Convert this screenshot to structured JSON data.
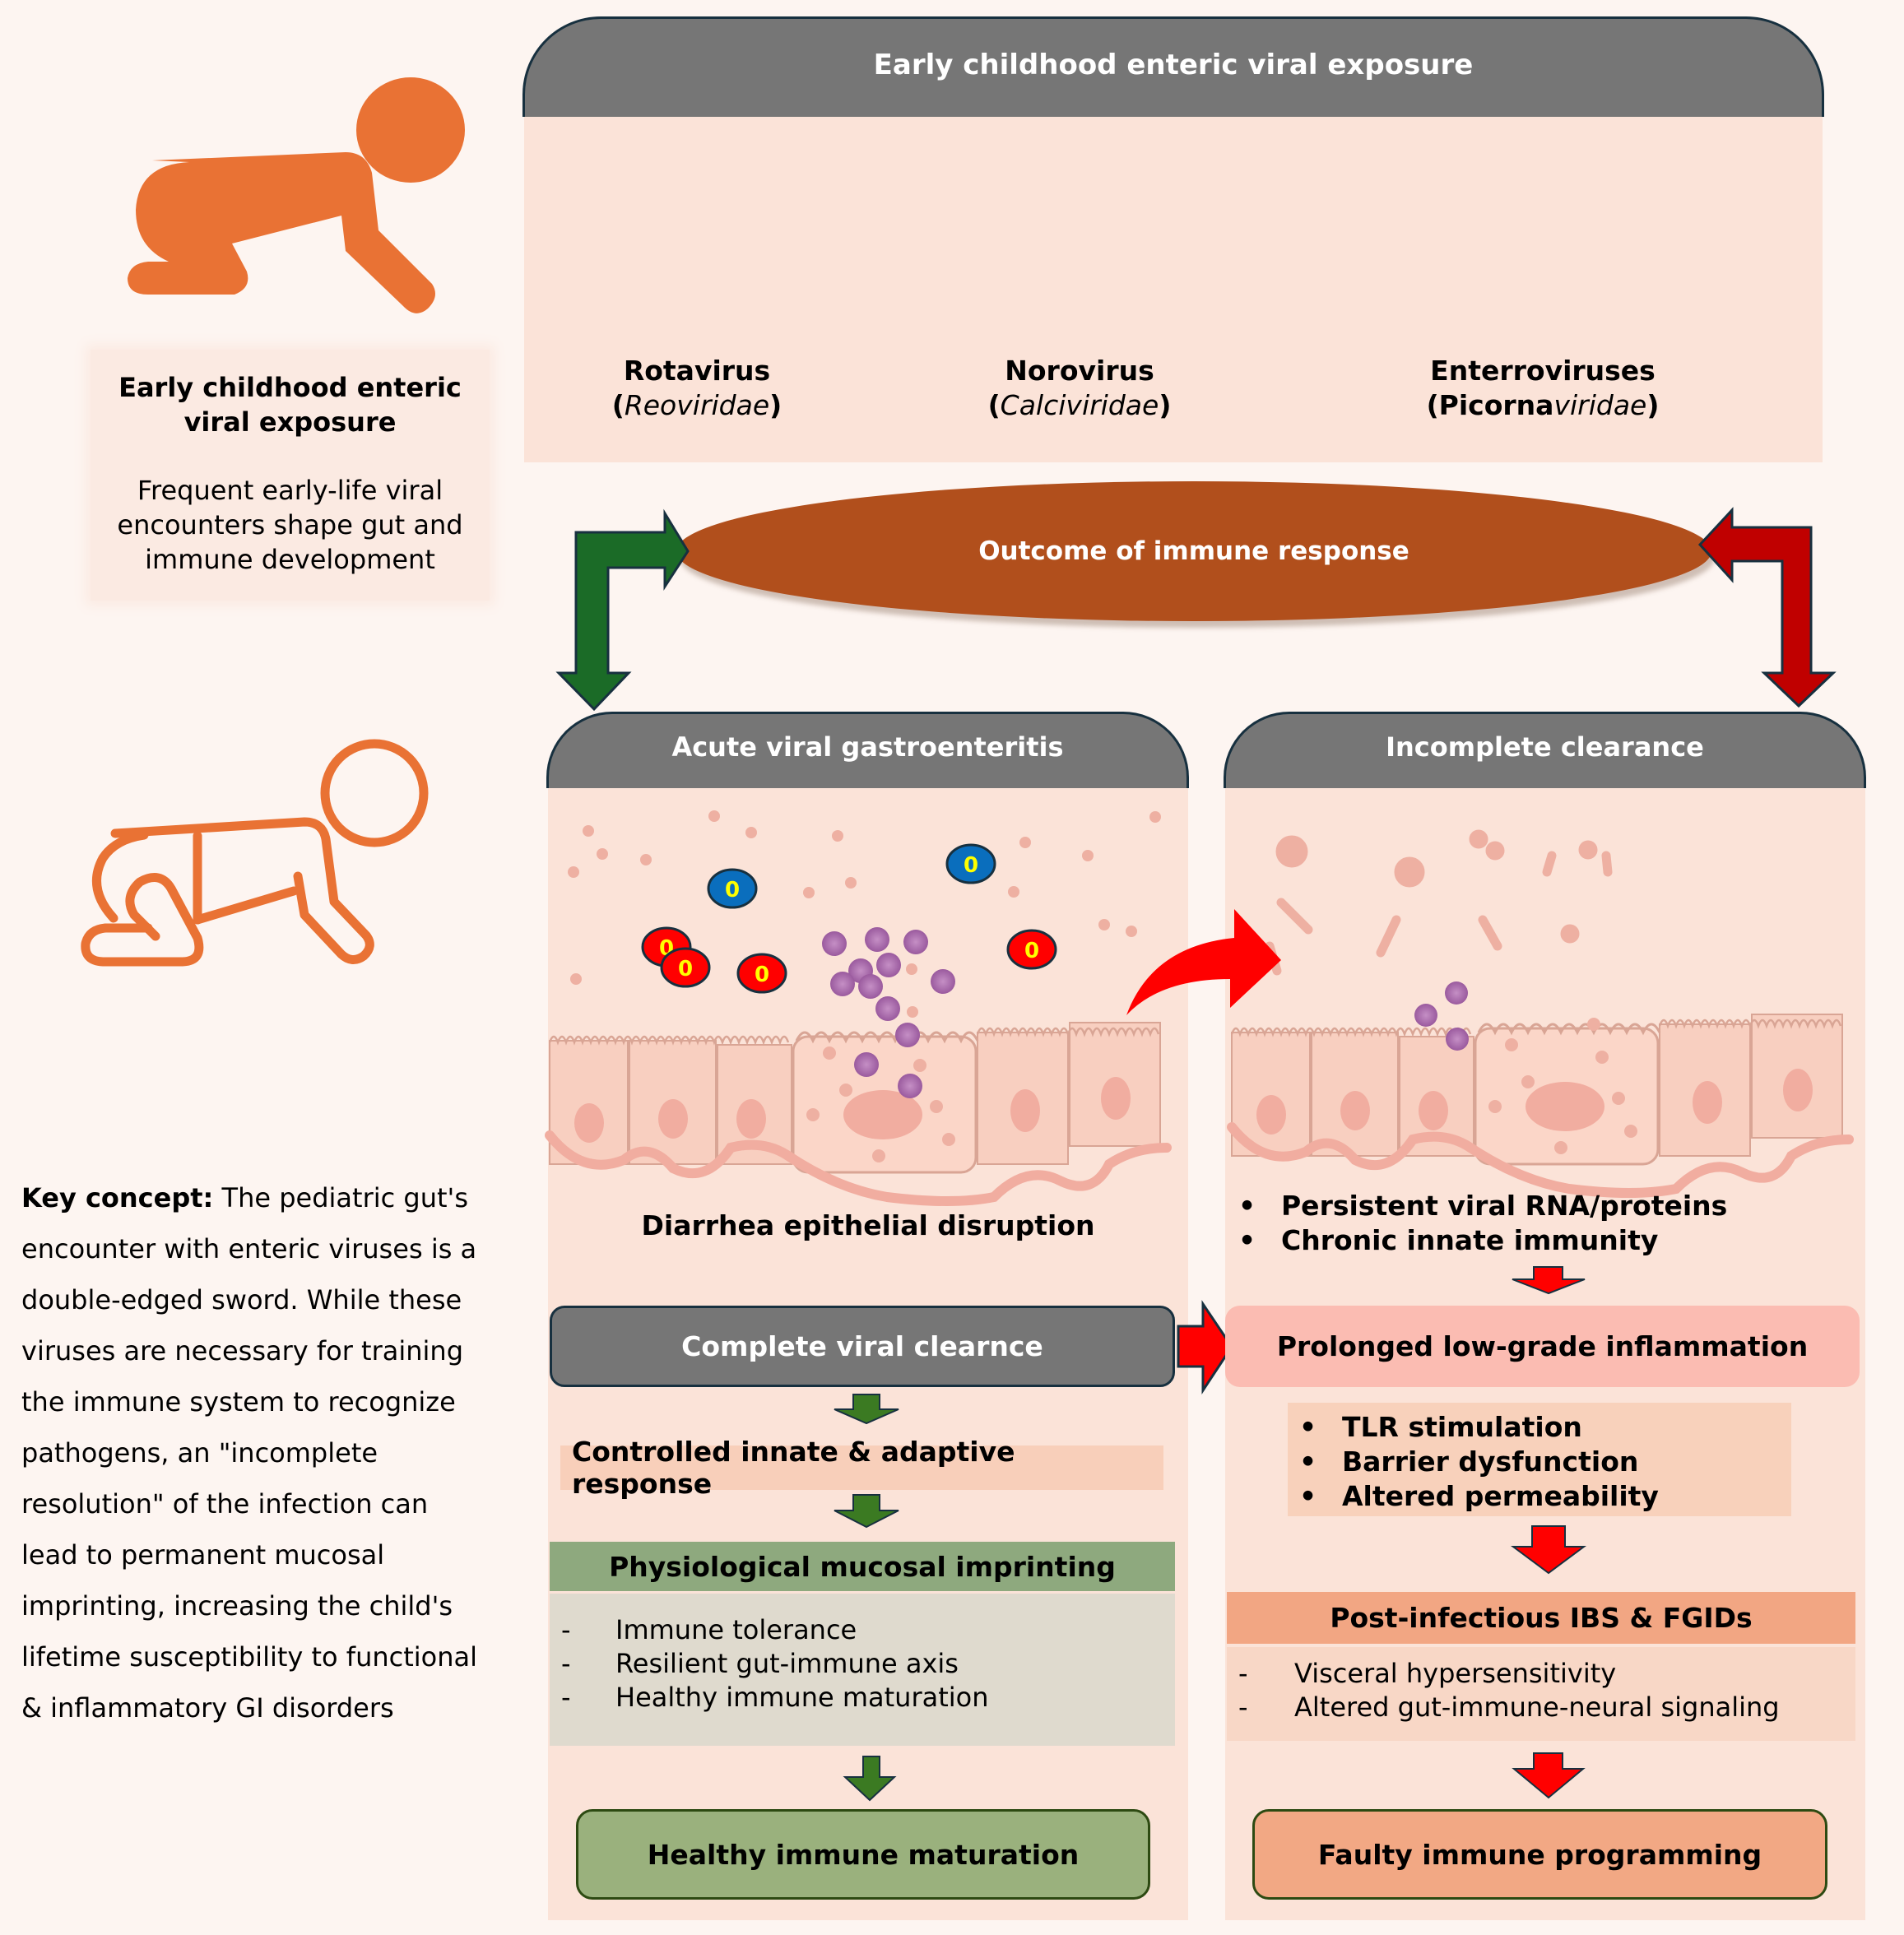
{
  "top_section": {
    "title": "Early childhood enteric viral exposure",
    "viruses": [
      {
        "name": "Rotavirus",
        "family_prefix": "",
        "family_italic": "Reoviridae",
        "icon": "rotavirus-particles-icon"
      },
      {
        "name": "Norovirus",
        "family_prefix": "",
        "family_italic": "Calciviridae",
        "icon": "norovirus-particles-icon"
      },
      {
        "name": "Enterroviruses",
        "family_prefix": "Picorna",
        "family_italic": "viridae",
        "icon": "enterovirus-particles-icon"
      }
    ]
  },
  "left_panel": {
    "info_title": "Early childhood enteric viral exposure",
    "info_description": "Frequent early-life viral encounters shape gut and immune development",
    "key_concept_label": "Key concept:",
    "key_concept_text": " The pediatric gut's encounter with enteric viruses is a double-edged sword. While these viruses are necessary for training the immune system to recognize pathogens, an \"incomplete resolution\" of the infection can lead to permanent mucosal imprinting, increasing the child's lifetime susceptibility to functional & inflammatory GI disorders",
    "icons": [
      "crawling-baby-filled-icon",
      "crawling-baby-outline-icon"
    ]
  },
  "outcome": {
    "label": "Outcome of immune response"
  },
  "acute_column": {
    "header": "Acute viral gastroenteritis",
    "illustration_caption": "Diarrhea epithelial disruption",
    "clearance_label": "Complete viral clearnce",
    "controlled_label": "Controlled innate & adaptive response",
    "imprinting_title": "Physiological mucosal imprinting",
    "imprinting_items": [
      "Immune tolerance",
      "Resilient gut-immune axis",
      "Healthy immune maturation"
    ],
    "final_outcome": "Healthy immune maturation",
    "immune_cell_label": "0"
  },
  "incomplete_column": {
    "header": "Incomplete clearance",
    "persistent_items": [
      "Persistent viral RNA/proteins",
      "Chronic innate immunity"
    ],
    "inflammation_label": "Prolonged low-grade inflammation",
    "mechanism_items": [
      "TLR stimulation",
      "Barrier dysfunction",
      "Altered permeability"
    ],
    "ibs_title": "Post-infectious IBS & FGIDs",
    "ibs_items": [
      "Visceral hypersensitivity",
      "Altered gut-immune-neural signaling"
    ],
    "final_outcome": "Faulty immune programming"
  },
  "markers": {
    "dash": "-",
    "bullet": "•"
  },
  "colors": {
    "background": "#fdf5f1",
    "header_gray": "#767676",
    "panel_peach": "#fbe3d8",
    "ellipse_brown": "#b14f1c",
    "green_arrow": "#1b6b27",
    "flow_green_arrow": "#3b7a22",
    "red_arrow": "#c00000",
    "flow_red_arrow": "#ff0000",
    "baby_orange": "#e97234",
    "healthy_green": "#9ab17d",
    "faulty_salmon": "#f2a884"
  }
}
